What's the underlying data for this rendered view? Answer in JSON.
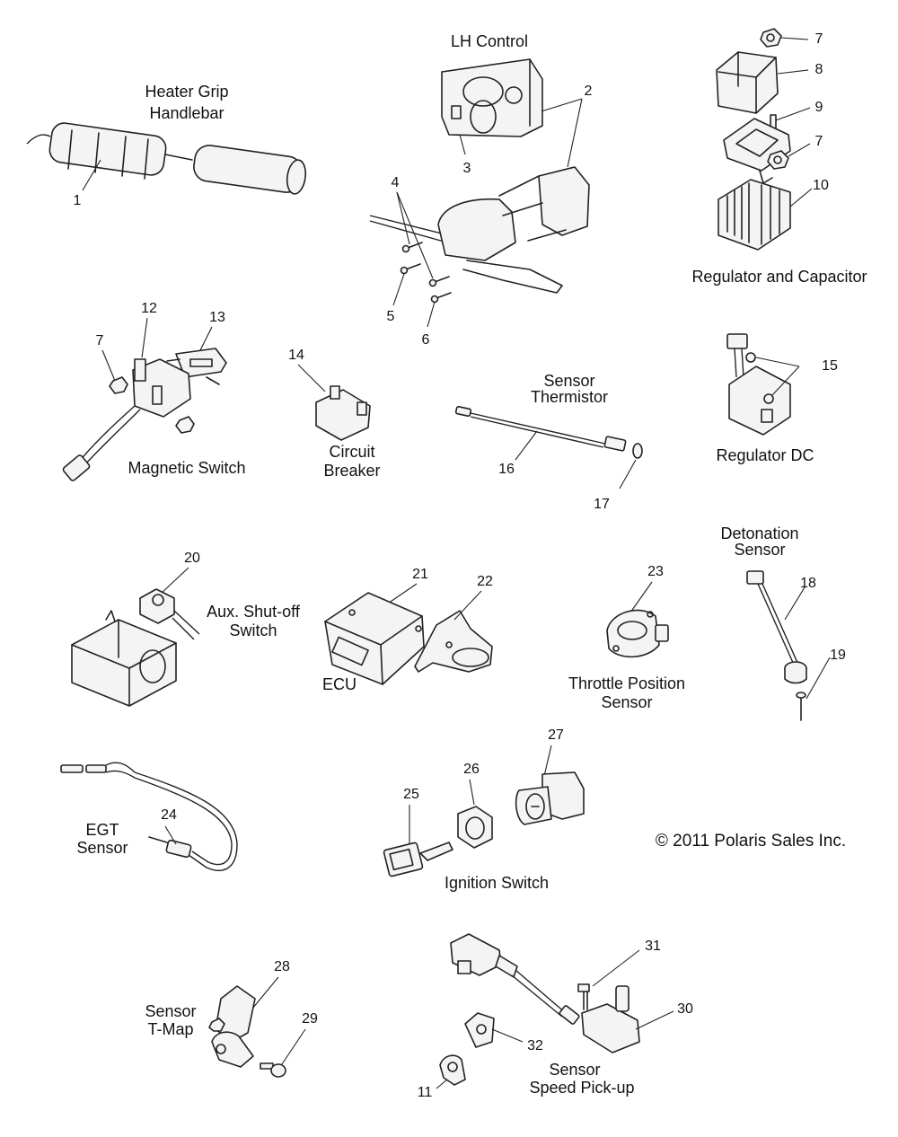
{
  "groups": {
    "heater_grip": [
      "Heater Grip",
      "Handlebar"
    ],
    "lh_control": [
      "LH Control"
    ],
    "regulator_capacitor": [
      "Regulator and Capacitor"
    ],
    "magnetic_switch": [
      "Magnetic Switch"
    ],
    "circuit_breaker": [
      "Circuit",
      "Breaker"
    ],
    "sensor_thermistor": [
      "Sensor",
      "Thermistor"
    ],
    "regulator_dc": [
      "Regulator DC"
    ],
    "detonation_sensor": [
      "Detonation",
      "Sensor"
    ],
    "aux_shutoff": [
      "Aux. Shut-off",
      "Switch"
    ],
    "ecu": [
      "ECU"
    ],
    "throttle_position": [
      "Throttle Position",
      "Sensor"
    ],
    "egt_sensor": [
      "EGT",
      "Sensor"
    ],
    "ignition_switch": [
      "Ignition Switch"
    ],
    "sensor_tmap": [
      "Sensor",
      "T-Map"
    ],
    "speed_pickup": [
      "Sensor",
      "Speed Pick-up"
    ]
  },
  "copyright": "© 2011 Polaris Sales Inc.",
  "callouts": {
    "c1": "1",
    "c2": "2",
    "c3": "3",
    "c4": "4",
    "c5": "5",
    "c6": "6",
    "c7a": "7",
    "c8": "8",
    "c9": "9",
    "c7b": "7",
    "c10": "10",
    "c12": "12",
    "c13": "13",
    "c7c": "7",
    "c14": "14",
    "c15": "15",
    "c16": "16",
    "c17": "17",
    "c18": "18",
    "c19": "19",
    "c20": "20",
    "c21": "21",
    "c22": "22",
    "c23": "23",
    "c24": "24",
    "c25": "25",
    "c26": "26",
    "c27": "27",
    "c28": "28",
    "c29": "29",
    "c30": "30",
    "c31": "31",
    "c32": "32",
    "c11": "11"
  }
}
